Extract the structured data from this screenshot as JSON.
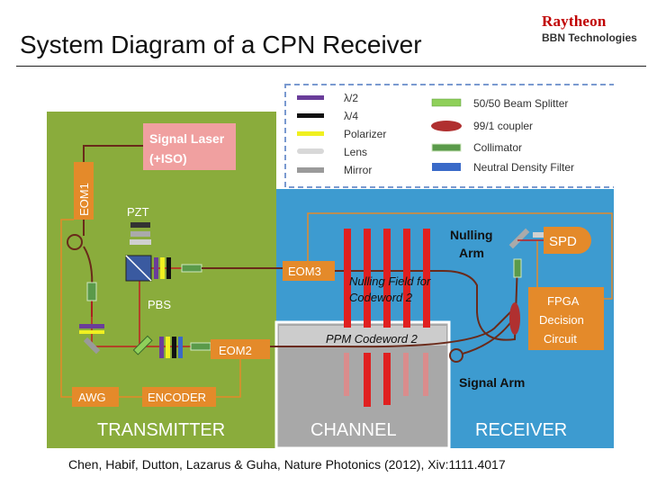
{
  "slide": {
    "title": "System Diagram of a CPN Receiver",
    "caption": "Chen, Habif, Dutton, Lazarus & Guha, Nature Photonics (2012), Xiv:1111.4017"
  },
  "logo": {
    "line1": "Raytheon",
    "line2": "BBN Technologies"
  },
  "legend": {
    "items": [
      {
        "label": "λ/2",
        "color": "#6a3d9a"
      },
      {
        "label": "λ/4",
        "color": "#111111"
      },
      {
        "label": "Polarizer",
        "color": "#f0f020"
      },
      {
        "label": "Lens",
        "color": "#d8d8d8"
      },
      {
        "label": "Mirror",
        "color": "#9a9a9a"
      },
      {
        "label": "50/50 Beam Splitter",
        "color": "#8fd05a"
      },
      {
        "label": "99/1 coupler",
        "color": "#b03030"
      },
      {
        "label": "Collimator",
        "color": "#5a9a4a"
      },
      {
        "label": "Neutral Density Filter",
        "color": "#3a6ac8"
      }
    ]
  },
  "diagram": {
    "signal_laser": "Signal Laser",
    "signal_laser_sub": "(+ISO)",
    "eom1": "EOM1",
    "pzt": "PZT",
    "pbs": "PBS",
    "eom2": "EOM2",
    "eom3": "EOM3",
    "awg": "AWG",
    "encoder": "ENCODER",
    "nulling_arm_1": "Nulling",
    "nulling_arm_2": "Arm",
    "nulling_field_1": "Nulling Field for",
    "nulling_field_2": "Codeword 2",
    "ppm_codeword": "PPM Codeword 2",
    "spd": "SPD",
    "fpga_1": "FPGA",
    "fpga_2": "Decision",
    "fpga_3": "Circuit",
    "signal_arm": "Signal Arm",
    "transmitter": "TRANSMITTER",
    "channel": "CHANNEL",
    "receiver": "RECEIVER"
  },
  "colors": {
    "transmitter_bg": "#8aac3c",
    "receiver_bg": "#3d9bd0",
    "channel_bg": "#a8a8a8",
    "laser_box": "#f0a0a0",
    "eom_box": "#e48a2a",
    "pulse_red": "#e02020",
    "fiber": "#6a2a1a"
  }
}
